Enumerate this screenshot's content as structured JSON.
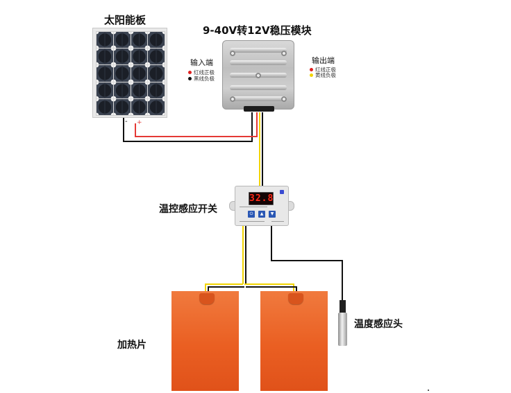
{
  "labels": {
    "solar_panel": "太阳能板",
    "converter_title": "9-40V转12V稳压模块",
    "input_end": "输入端",
    "output_end": "输出端",
    "thermostat": "温控感应开关",
    "heater": "加热片",
    "sensor": "温度感应头",
    "neg_terminal": "-",
    "pos_terminal": "+"
  },
  "legend": {
    "input": [
      {
        "color": "#e02020",
        "text": "红线正极"
      },
      {
        "color": "#111111",
        "text": "黑线负极"
      }
    ],
    "output": [
      {
        "color": "#e02020",
        "text": "红线正极"
      },
      {
        "color": "#f2d400",
        "text": "黄线负极"
      }
    ]
  },
  "thermostat_display": "32.8",
  "thermostat_buttons": [
    "⏻",
    "▲",
    "▼"
  ],
  "colors": {
    "wire_red": "#e53935",
    "wire_black": "#111111",
    "wire_yellow": "#f2d400",
    "heater": "#ea5f22"
  }
}
